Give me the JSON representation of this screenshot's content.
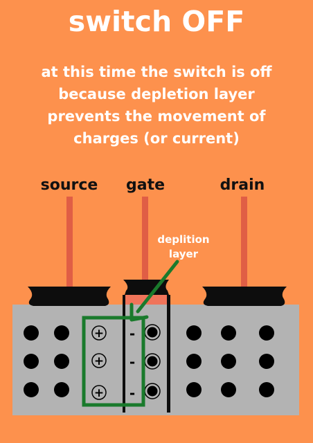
{
  "title": "switch OFF",
  "description": "at this time the switch is off because depletion layer prevents the movement of charges (or current)",
  "terminals": {
    "source": "source",
    "gate": "gate",
    "drain": "drain"
  },
  "annotation": {
    "line1": "deplition",
    "line2": "layer"
  },
  "symbols": {
    "plus": "+",
    "minus": "-"
  },
  "colors": {
    "background": "#fd914d",
    "wire": "#e05e45",
    "body": "#b3b3b3",
    "highlight_box": "#1a7a2c",
    "depletion_band": "#f0745a"
  }
}
